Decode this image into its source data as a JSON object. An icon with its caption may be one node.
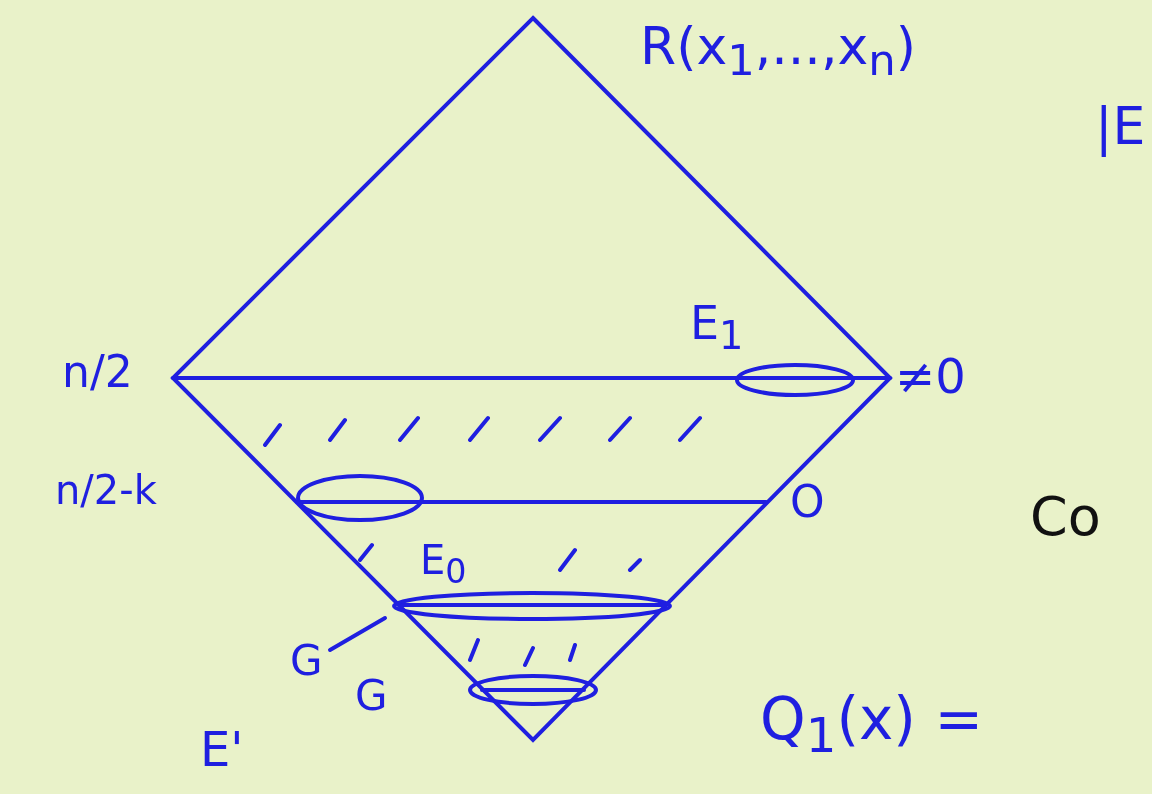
{
  "diagram": {
    "labels": [
      "R(x$_{1}$,...,x$_{n}$)",
      "|E",
      "E$_{1}$",
      "n/2",
      "≠0",
      "n/2-k",
      "O",
      "Co",
      "E$_{0}$",
      "G",
      "E'",
      "G",
      "Q$_{1}$(x) ="
    ]
  }
}
